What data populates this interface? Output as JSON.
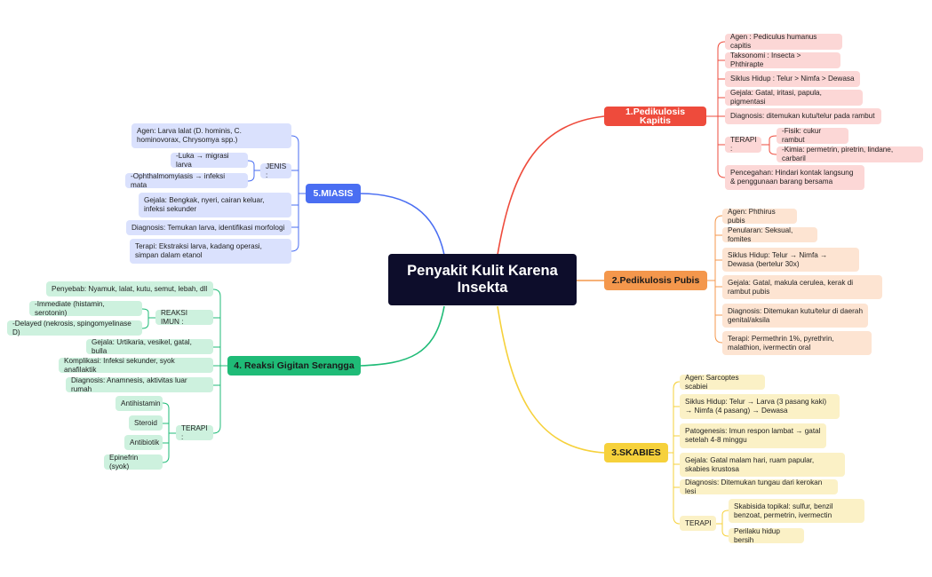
{
  "center": "Penyakit Kulit Karena Insekta",
  "colors": {
    "b1": "#ee4b3c",
    "b2": "#f4974c",
    "b3": "#f6d13b",
    "b4": "#1fbb77",
    "b5": "#4a6ef2"
  },
  "b1": {
    "title": "1.Pedikulosis Kapitis",
    "agen": "Agen : Pediculus humanus capitis",
    "taksonomi": "Taksonomi : Insecta > Phthirapte",
    "siklus": "Siklus Hidup : Telur > Nimfa > Dewasa",
    "gejala": "Gejala: Gatal, iritasi, papula, pigmentasi",
    "diagnosis": "Diagnosis: ditemukan kutu/telur pada rambut",
    "terapi": "TERAPI :",
    "fisik": "-Fisik: cukur rambut",
    "kimia": "-Kimia: permetrin, piretrin, lindane, carbaril",
    "pencegahan": "Pencegahan: Hindari kontak langsung & penggunaan barang bersama"
  },
  "b2": {
    "title": "2.Pedikulosis Pubis",
    "agen": "Agen: Phthirus pubis",
    "penularan": "Penularan: Seksual, fomites",
    "siklus": "Siklus Hidup: Telur → Nimfa → Dewasa (bertelur 30x)",
    "gejala": "Gejala: Gatal, makula cerulea, kerak di rambut pubis",
    "diagnosis": "Diagnosis: Ditemukan kutu/telur di daerah genital/aksila",
    "terapi": "Terapi: Permethrin 1%, pyrethrin, malathion, ivermectin oral"
  },
  "b3": {
    "title": "3.SKABIES",
    "agen": "Agen: Sarcoptes scabiei",
    "siklus": "Siklus Hidup: Telur → Larva (3 pasang kaki) → Nimfa (4 pasang) → Dewasa",
    "patogenesis": "Patogenesis: Imun respon lambat → gatal setelah 4-8 minggu",
    "gejala": "Gejala: Gatal malam hari, ruam papular, skabies krustosa",
    "diagnosis": "Diagnosis: Ditemukan tungau dari kerokan lesi",
    "terapi": "TERAPI",
    "skabisida": "Skabisida topikal: sulfur, benzil benzoat, permetrin, ivermectin",
    "perilaku": "Perilaku hidup bersih"
  },
  "b4": {
    "title": "4. Reaksi Gigitan Serangga",
    "penyebab": "Penyebab: Nyamuk, lalat, kutu, semut, lebah, dll",
    "reaksi": "REAKSI IMUN  :",
    "immediate": "-Immediate (histamin, serotonin)",
    "delayed": "-Delayed (nekrosis, spingomyelinase D)",
    "gejala": "Gejala: Urtikaria, vesikel, gatal, bulla",
    "komplikasi": "Komplikasi: Infeksi sekunder, syok anafilaktik",
    "diagnosis": "Diagnosis: Anamnesis, aktivitas luar rumah",
    "terapi": "TERAPI :",
    "antihistamin": "Antihistamin",
    "steroid": "Steroid",
    "antibiotik": "Antibiotik",
    "epinefrin": "Epinefrin (syok)"
  },
  "b5": {
    "title": "5.MIASIS",
    "agen": "Agen: Larva lalat (D. hominis, C. hominovorax, Chrysomya spp.)",
    "jenis": "JENIS :",
    "luka": "-Luka → migrasi larva",
    "ophthal": "-Ophthalmomyiasis → infeksi mata",
    "gejala": "Gejala: Bengkak, nyeri, cairan keluar, infeksi sekunder",
    "diagnosis": "Diagnosis: Temukan larva, identifikasi morfologi",
    "terapi": "Terapi: Ekstraksi larva, kadang operasi, simpan dalam etanol"
  }
}
